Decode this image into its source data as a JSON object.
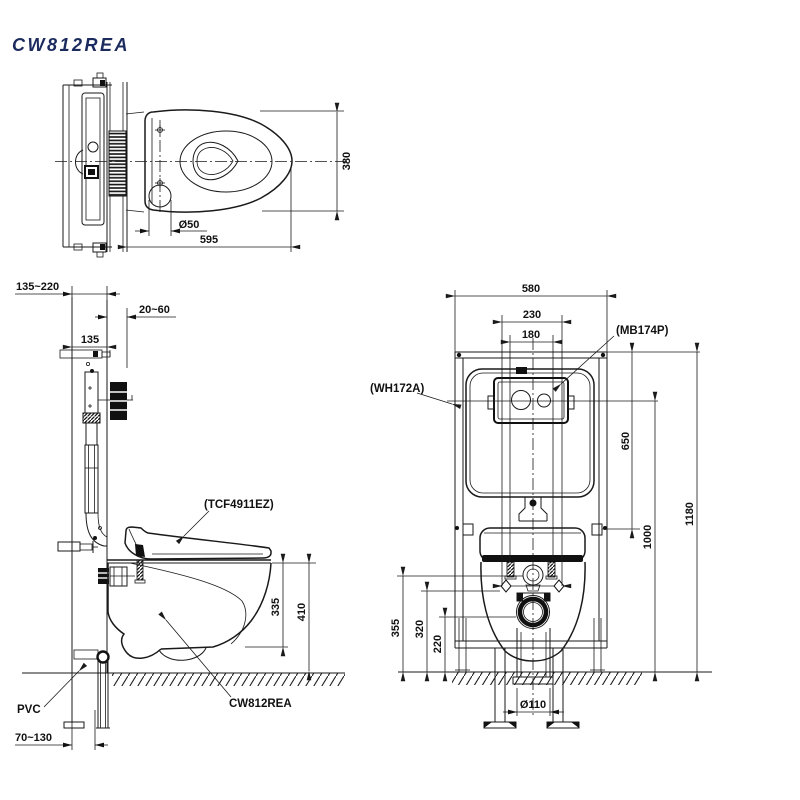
{
  "title": "CW812REA",
  "colors": {
    "ink": "#1a1a1a",
    "title_text": "#1c2b5e",
    "background": "#ffffff"
  },
  "top_view": {
    "dim_width": "380",
    "dim_hole": "Ø50",
    "dim_length": "595"
  },
  "side_view": {
    "dim_depth_range": "135~220",
    "dim_tile_range": "20~60",
    "dim_frame_depth": "135",
    "dim_bowl_height": "335",
    "dim_rim_height": "410",
    "dim_outlet_offset": "70~130",
    "label_seat": "(TCF4911EZ)",
    "label_bowl": "CW812REA",
    "label_pipe": "PVC"
  },
  "front_view": {
    "dim_width": "580",
    "dim_bolt_outer": "230",
    "dim_bolt_inner": "180",
    "dim_bracket_height": "650",
    "dim_plate_height": "1000",
    "dim_frame_height": "1180",
    "dim_supply_height": "355",
    "dim_bolt_height": "320",
    "dim_drain_height": "220",
    "dim_drain_dia": "Ø110",
    "label_cistern": "(MB174P)",
    "label_frame": "(WH172A)"
  }
}
